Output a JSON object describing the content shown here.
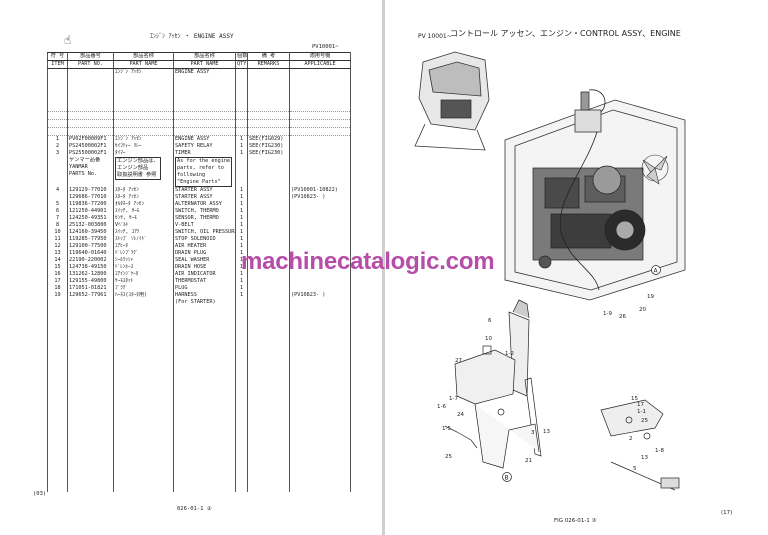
{
  "left_page": {
    "title": "ｴﾝｼﾞﾝ ｱｯｾﾝ ・ ENGINE ASSY",
    "model": "PV10001~",
    "page_number": "(03)",
    "figure_code": "026-01-1 ②",
    "headers": {
      "no_jp": "符 号",
      "no_en": "ITEM",
      "part_jp": "部品番号",
      "part_en": "PART NO.",
      "name_jp": "部品名称",
      "name_en": "PART NAME",
      "name2_jp": "部品名称",
      "name2_en": "PART NAME",
      "qty_jp": "個数",
      "qty_en": "QTY",
      "rem_jp": "備 考",
      "rem_en": "REMARKS",
      "app_jp": "適用号機",
      "app_en": "APPLICABLE"
    },
    "assembly_row": {
      "name_jp": "ｴﾝｼﾞﾝ ｱｯｾﾝ",
      "name_en": "ENGINE ASSY"
    },
    "group1": [
      {
        "item": "1",
        "part": "PV02F00009F1",
        "name_jp": "ｴﾝｼﾞﾝ ｱｯｾﾝ",
        "name_en": "ENGINE ASSY",
        "qty": "1",
        "remarks": "SEE(FIG029)",
        "app": ""
      },
      {
        "item": "2",
        "part": "PS24500002F1",
        "name_jp": "ｾｲﾌﾃｨｰ ﾘﾚｰ",
        "name_en": "SAFETY RELAY",
        "qty": "1",
        "remarks": "SEE(FIG230)",
        "app": ""
      },
      {
        "item": "3",
        "part": "PS25500002F1",
        "name_jp": "ﾀｲﾏｰ",
        "name_en": "TIMER",
        "qty": "1",
        "remarks": "SEE(FIG230)",
        "app": ""
      }
    ],
    "note": {
      "col1": [
        "ヤンマー品番",
        "YANMAR",
        "PARTS No."
      ],
      "col2": [
        "エンジン部品は、",
        "エンジン部品",
        "取扱説明書 参照"
      ],
      "col3": [
        "As for the engine",
        "parts, refer to",
        "following",
        "\"Engine Parts\""
      ]
    },
    "group2": [
      {
        "item": "4",
        "part": "129129-77010",
        "name_jp": "ｽﾀｰﾀ ｱｯｾﾝ",
        "name_en": "STARTER ASSY",
        "qty": "1",
        "remarks": "",
        "app": "(PV10001-10822)"
      },
      {
        "item": "",
        "part": "129686-77010",
        "name_jp": "ｽﾀｰﾀ ｱｯｾﾝ",
        "name_en": "STARTER ASSY",
        "qty": "1",
        "remarks": "",
        "app": "(PV10823-     )"
      },
      {
        "item": "5",
        "part": "119836-77200",
        "name_jp": "ｵﾙﾀﾈｰﾀ ｱｯｾﾝ",
        "name_en": "ALTERNATOR ASSY",
        "qty": "1",
        "remarks": "",
        "app": ""
      },
      {
        "item": "6",
        "part": "121250-44901",
        "name_jp": "ｽｲｯﾁ, ｻｰﾓ",
        "name_en": "SWITCH, THERMO",
        "qty": "1",
        "remarks": "",
        "app": ""
      },
      {
        "item": "7",
        "part": "124250-49351",
        "name_jp": "ｾﾝｻ, ｻｰﾓ",
        "name_en": "SENSOR, THERMO",
        "qty": "1",
        "remarks": "",
        "app": ""
      },
      {
        "item": "8",
        "part": "25132-003800",
        "name_jp": "Vﾍﾞﾙﾄ",
        "name_en": "V-BELT",
        "qty": "1",
        "remarks": "",
        "app": ""
      },
      {
        "item": "10",
        "part": "124160-39450",
        "name_jp": "ｽｲｯﾁ, ﾕｱﾂ",
        "name_en": "SWITCH, OIL PRESSURE",
        "qty": "1",
        "remarks": "",
        "app": ""
      },
      {
        "item": "11",
        "part": "119285-77950",
        "name_jp": "ｽﾄｯﾌﾟ ｿﾚﾉｲﾄﾞ",
        "name_en": "STOP SOLENOID",
        "qty": "1",
        "remarks": "",
        "app": ""
      },
      {
        "item": "12",
        "part": "129100-77500",
        "name_jp": "ｴｱﾋｰﾀ",
        "name_en": "AIR HEATER",
        "qty": "1",
        "remarks": "",
        "app": ""
      },
      {
        "item": "13",
        "part": "119640-01640",
        "name_jp": "ﾄﾞﾚﾝﾌﾟﾗｸﾞ",
        "name_en": "DRAIN PLUG",
        "qty": "1",
        "remarks": "",
        "app": ""
      },
      {
        "item": "14",
        "part": "22190-220002",
        "name_jp": "ｼｰﾙﾜｯｼｬ",
        "name_en": "SEAL WASHER",
        "qty": "1",
        "remarks": "",
        "app": ""
      },
      {
        "item": "15",
        "part": "124738-49150",
        "name_jp": "ﾄﾞﾚﾝﾎｰｽ",
        "name_en": "DRAIN HOSE",
        "qty": "1",
        "remarks": "",
        "app": ""
      },
      {
        "item": "16",
        "part": "131262-12800",
        "name_jp": "ｴｱｲﾝｼﾞｹｰﾀ",
        "name_en": "AIR INDICATOR",
        "qty": "1",
        "remarks": "",
        "app": ""
      },
      {
        "item": "17",
        "part": "129155-49800",
        "name_jp": "ｻｰﾓｽﾀｯﾄ",
        "name_en": "THERMOSTAT",
        "qty": "1",
        "remarks": "",
        "app": ""
      },
      {
        "item": "18",
        "part": "171051-01821",
        "name_jp": "ﾌﾟﾗｸﾞ",
        "name_en": "PLUG",
        "qty": "1",
        "remarks": "",
        "app": ""
      },
      {
        "item": "19",
        "part": "129652-77961",
        "name_jp": "ﾊｰﾈｽ(ｽﾀｰﾀ用)",
        "name_en": "HARNESS",
        "qty": "1",
        "remarks": "",
        "app": "(PV10823-     )"
      },
      {
        "item": "",
        "part": "",
        "name_jp": "",
        "name_en": "(For STARTER)",
        "qty": "",
        "remarks": "",
        "app": ""
      }
    ]
  },
  "right_page": {
    "title": "コントロール アッセン、エンジン・CONTROL ASSY、ENGINE",
    "model": "PV 10001~",
    "figure": "FIG 026-01-1 ③",
    "page_number": "(17)"
  },
  "diagram_labels": {
    "callout_a": "A",
    "callout_b": "B",
    "numbers": [
      "6",
      "10",
      "27",
      "1-2",
      "1-5",
      "1-7",
      "24",
      "25",
      "21",
      "13",
      "1-6",
      "3",
      "1-9",
      "20",
      "26",
      "19",
      "15",
      "17",
      "1-1",
      "2",
      "25",
      "1-8",
      "13",
      "5"
    ]
  },
  "watermark": "machinecatalogic.com"
}
